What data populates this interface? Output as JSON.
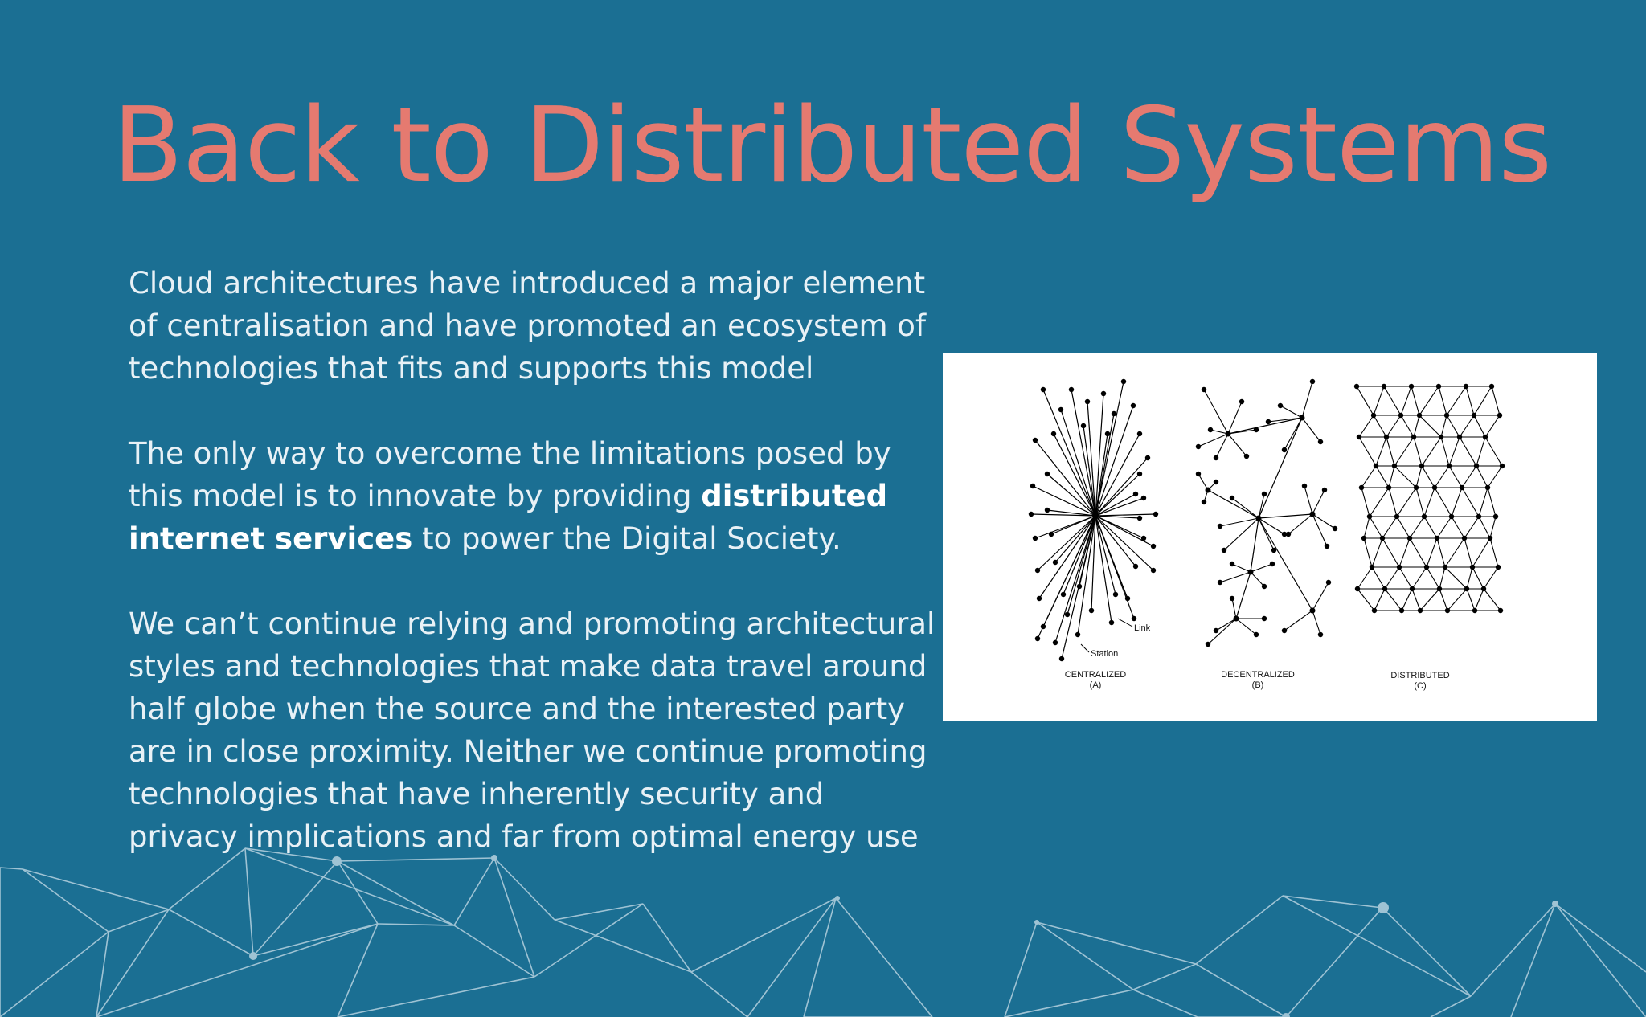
{
  "slide": {
    "title": "Back to Distributed Systems",
    "paragraphs": [
      {
        "text": "Cloud architectures have introduced a major element of centralisation and have promoted an ecosystem of technologies that fits and supports this model"
      },
      {
        "before": "The only way to overcome the limitations posed by this model is to innovate by providing ",
        "bold": "distributed internet services",
        "after": " to power the Digital Society."
      },
      {
        "text": "We can’t continue relying and promoting architectural styles and technologies that make data travel around half globe when the source and the interested party are in close proximity.  Neither we  continue promoting technologies that have inherently security and privacy implications and far from optimal energy use"
      }
    ]
  },
  "figure": {
    "diagrams": [
      {
        "caption": "CENTRALIZED",
        "sub": "(A)"
      },
      {
        "caption": "DECENTRALIZED",
        "sub": "(B)"
      },
      {
        "caption": "DISTRIBUTED",
        "sub": "(C)"
      }
    ],
    "labels": {
      "link": "Link",
      "station": "Station"
    }
  },
  "colors": {
    "background": "#1b6f93",
    "title": "#e57a70",
    "body_text": "#e8f1f6",
    "mesh": "#9fc3d4"
  }
}
